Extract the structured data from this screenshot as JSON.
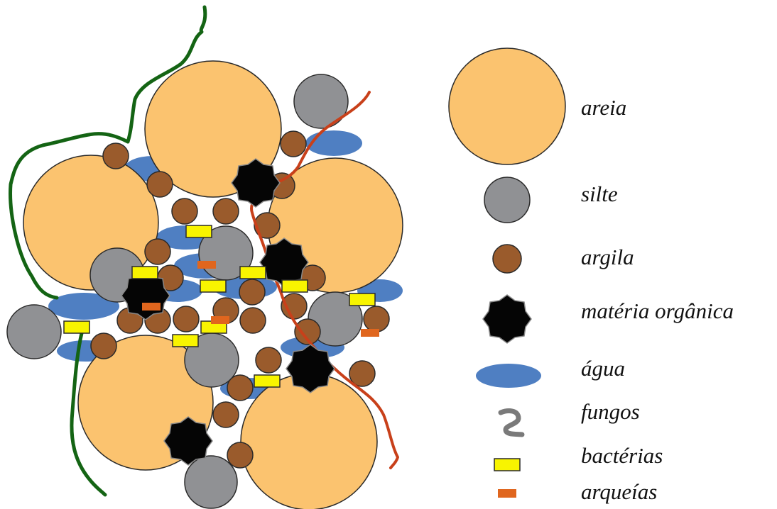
{
  "colors": {
    "sand_fill": "#FBC36F",
    "silt_fill": "#909194",
    "clay_fill": "#9A5B2C",
    "water_fill": "#4F7FC2",
    "bacteria_fill": "#F8F400",
    "archaea_fill": "#E0661E",
    "organic_fill": "#050505",
    "fungus_stroke": "#7A7A7A",
    "root_green": "#146414",
    "root_red": "#C8401A",
    "outline": "#2A2A2A"
  },
  "legend": {
    "sand": "areia",
    "silt": "silte",
    "clay": "argila",
    "organic": "matéria orgânica",
    "water": "água",
    "fungi": "fungos",
    "bacteria": "bactérias",
    "archaea": "arqueías"
  }
}
